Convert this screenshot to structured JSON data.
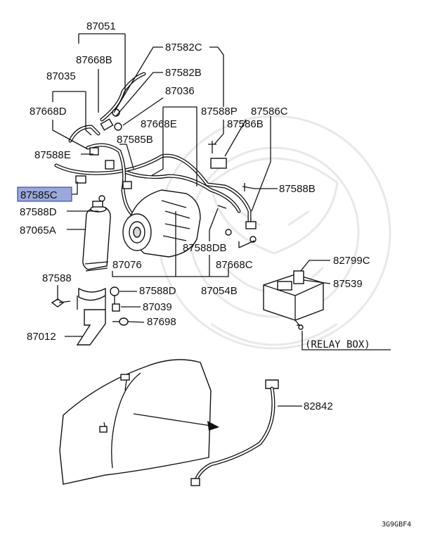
{
  "diagram": {
    "labels": {
      "p87051": "87051",
      "p87668B": "87668B",
      "p87582C": "87582C",
      "p87582B": "87582B",
      "p87035": "87035",
      "p87036": "87036",
      "p87668D": "87668D",
      "p87668E": "87668E",
      "p87588P": "87588P",
      "p87586C": "87586C",
      "p87585B": "87585B",
      "p87586B": "87586B",
      "p87588E": "87588E",
      "p87585C": "87585C",
      "p87588B": "87588B",
      "p87588D_top": "87588D",
      "p87065A": "87065A",
      "p87588DB": "87588DB",
      "p87668C": "87668C",
      "p82799C": "82799C",
      "p87076": "87076",
      "p87588": "87588",
      "p87588D": "87588D",
      "p87539": "87539",
      "p87054B": "87054B",
      "p87039": "87039",
      "p87698": "87698",
      "p87012": "87012",
      "relay_box": "(RELAY BOX)",
      "p82842": "82842",
      "ref_code": "3G9GBF4"
    },
    "highlight_color": "#9aa8dc"
  }
}
